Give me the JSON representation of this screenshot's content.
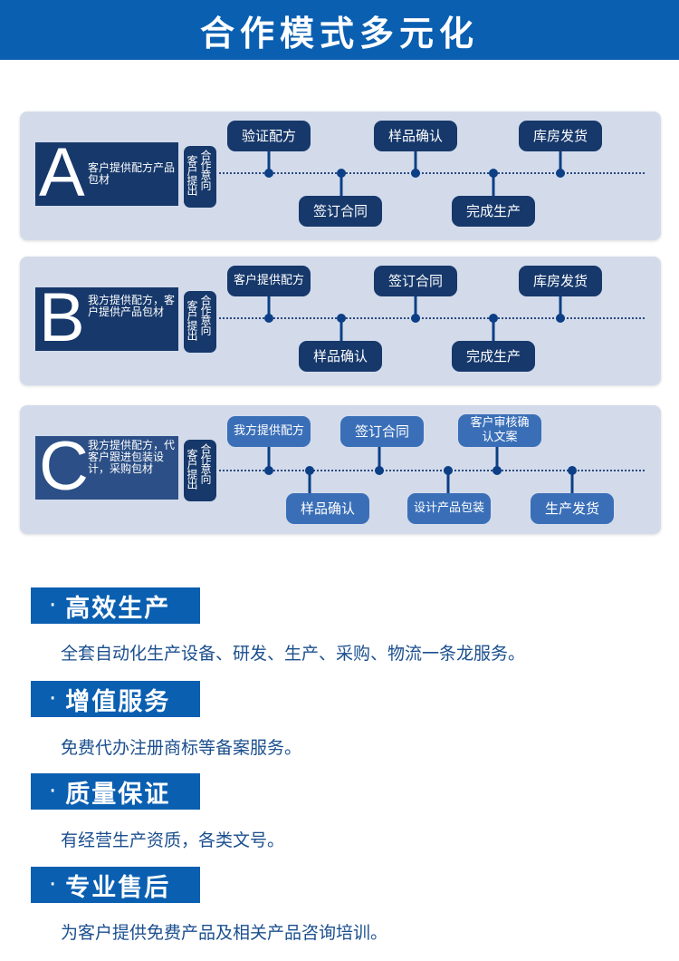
{
  "header": {
    "title": "合作模式多元化"
  },
  "panels": [
    {
      "letter": "A",
      "desc": "客户提供配方产品包材",
      "vert1": "合作意向",
      "vert2": "客户提出",
      "top_steps": [
        "验证配方",
        "样品确认",
        "库房发货"
      ],
      "bottom_steps": [
        "签订合同",
        "完成生产"
      ]
    },
    {
      "letter": "B",
      "desc": "我方提供配方，客户提供产品包材",
      "vert1": "合作意向",
      "vert2": "客户提出",
      "top_steps": [
        "客户提供配方",
        "签订合同",
        "库房发货"
      ],
      "bottom_steps": [
        "样品确认",
        "完成生产"
      ]
    },
    {
      "letter": "C",
      "desc": "我方提供配方，代客户跟进包装设计，采购包材",
      "vert1": "合作意向",
      "vert2": "客户提出",
      "top_steps": [
        "我方提供配方",
        "签订合同",
        "客户审核确认文案"
      ],
      "bottom_steps": [
        "样品确认",
        "设计产品包装",
        "生产发货"
      ]
    }
  ],
  "sections": [
    {
      "title": "高效生产",
      "text": "全套自动化生产设备、研发、生产、采购、物流一条龙服务。"
    },
    {
      "title": "增值服务",
      "text": "免费代办注册商标等备案服务。"
    },
    {
      "title": "质量保证",
      "text": "有经营生产资质，各类文号。"
    },
    {
      "title": "专业售后",
      "text": "为客户提供免费产品及相关产品咨询培训。"
    }
  ],
  "section_dot": "·",
  "colors": {
    "header": "#0a5fb1",
    "panel": "#d3dbeb",
    "dark": "#16386b",
    "light_pill": "#3a6fb8",
    "body_text": "#1b4f8e"
  }
}
